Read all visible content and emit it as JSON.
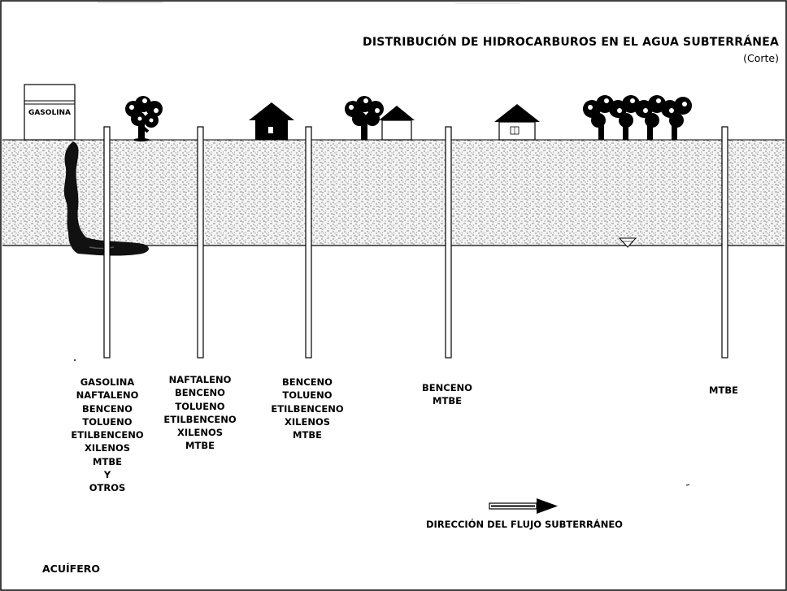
{
  "title": "DISTRIBUCIÓN DE HIDROCARBUROS EN EL AGUA SUBTERRÁNEA",
  "subtitle": "(Corte)",
  "tank_label": "GASOLINA",
  "wells": [
    {
      "id": "well-1",
      "compounds": [
        "GASOLINA",
        "NAFTALENO",
        "BENCENO",
        "TOLUENO",
        "ETILBENCENO",
        "XILENOS",
        "MTBE",
        "Y",
        "OTROS"
      ]
    },
    {
      "id": "well-2",
      "compounds": [
        "NAFTALENO",
        "BENCENO",
        "TOLUENO",
        "ETILBENCENO",
        "XILENOS",
        "MTBE"
      ]
    },
    {
      "id": "well-3",
      "compounds": [
        "BENCENO",
        "TOLUENO",
        "ETILBENCENO",
        "XILENOS",
        "MTBE"
      ]
    },
    {
      "id": "well-4",
      "compounds": [
        "BENCENO",
        "MTBE"
      ]
    },
    {
      "id": "well-5",
      "compounds": [
        "MTBE"
      ]
    }
  ],
  "flow_label": "DIRECCIÓN DEL FLUJO SUBTERRÁNEO",
  "aquifer_label": "ACUÍFERO",
  "colors": {
    "ink": "#000000",
    "soil_dots": "#555555",
    "background": "#ffffff"
  }
}
